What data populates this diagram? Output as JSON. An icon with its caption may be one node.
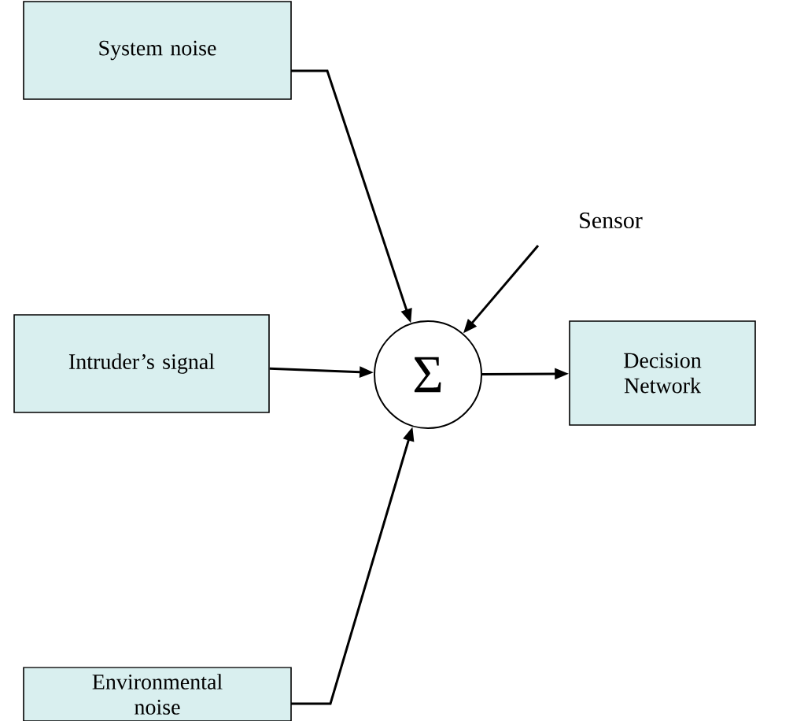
{
  "diagram": {
    "nodes": [
      {
        "text": [
          "System noise"
        ]
      },
      {
        "text": [
          "Intruder’s signal"
        ]
      },
      {
        "text": [
          "Environmental noise"
        ]
      },
      {
        "text": [
          "Σ"
        ]
      },
      {
        "text": [
          "Decision Network"
        ]
      },
      {
        "text": [
          "Sensor"
        ]
      }
    ],
    "edges": [
      {
        "from": 0,
        "to": 3,
        "arrow": "to"
      },
      {
        "from": 1,
        "to": 3,
        "arrow": "to"
      },
      {
        "from": 2,
        "to": 3,
        "arrow": "to"
      },
      {
        "from": 3,
        "to": 4,
        "arrow": "to"
      },
      {
        "from": 5,
        "to": 3,
        "arrow": "to"
      }
    ]
  }
}
